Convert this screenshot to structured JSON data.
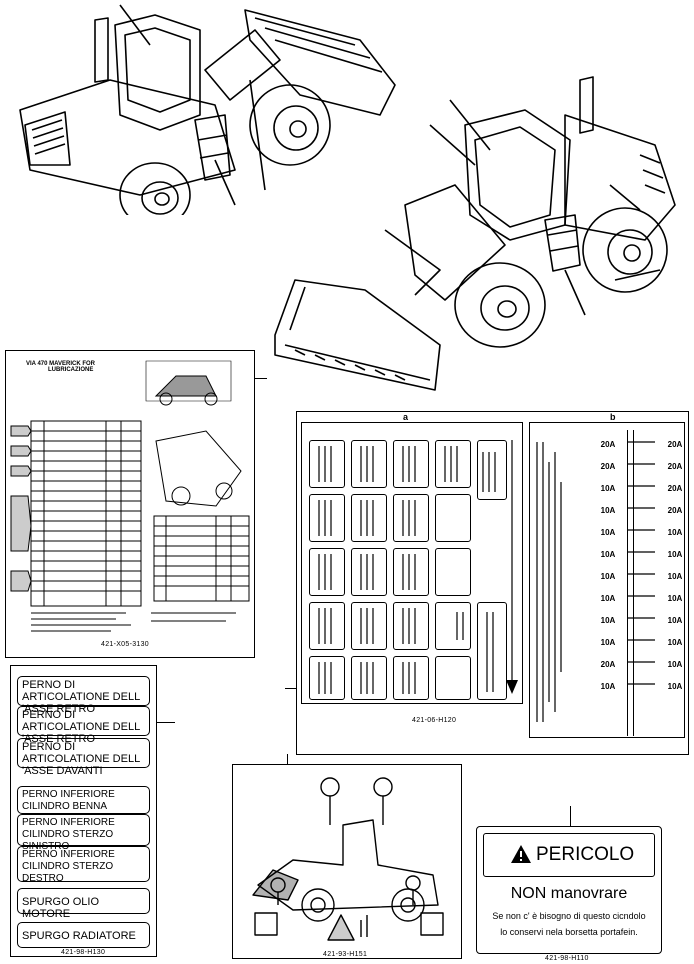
{
  "lubrication_chart": {
    "title_line1": "VIA 470 MAVERICK FOR",
    "title_line2": "LUBRICAZIONE",
    "part_number": "421-X05-3130"
  },
  "pivot_decal": {
    "rows": [
      "PERNO DI ARTICOLATIONE DELL 'ASSE RETRO",
      "PERNO DI ARTICOLATIONE DELL 'ASSE RETRO",
      "PERNO DI ARTICOLATIONE DELL 'ASSE DAVANTI",
      "PERNO INFERIORE CILINDRO BENNA",
      "PERNO INFERIORE CILINDRO STERZO SINISTRO",
      "PERNO INFERIORE CILINDRO STERZO DESTRO",
      "SPURGO OLIO MOTORE",
      "SPURGO RADIATORE"
    ],
    "part_number": "421-98-H130"
  },
  "fuse_panel": {
    "label_a": "a",
    "label_b": "b",
    "part_number": "421-06-H120",
    "amps": [
      "20A",
      "20A",
      "10A",
      "10A",
      "10A",
      "10A",
      "10A",
      "10A",
      "10A",
      "10A",
      "20A",
      "10A"
    ],
    "amps_right": [
      "20A",
      "20A",
      "20A",
      "20A",
      "10A",
      "10A",
      "10A",
      "10A",
      "10A",
      "10A",
      "10A",
      "10A"
    ]
  },
  "lift_decal": {
    "part_number": "421-93-H151"
  },
  "warning_decal": {
    "title": "PERICOLO",
    "headline": "NON manovrare",
    "body_line1": "Se non c' è bisogno di questo cicndolo",
    "body_line2": "lo conservi nela borsetta portafein.",
    "part_number": "421-98-H110"
  }
}
